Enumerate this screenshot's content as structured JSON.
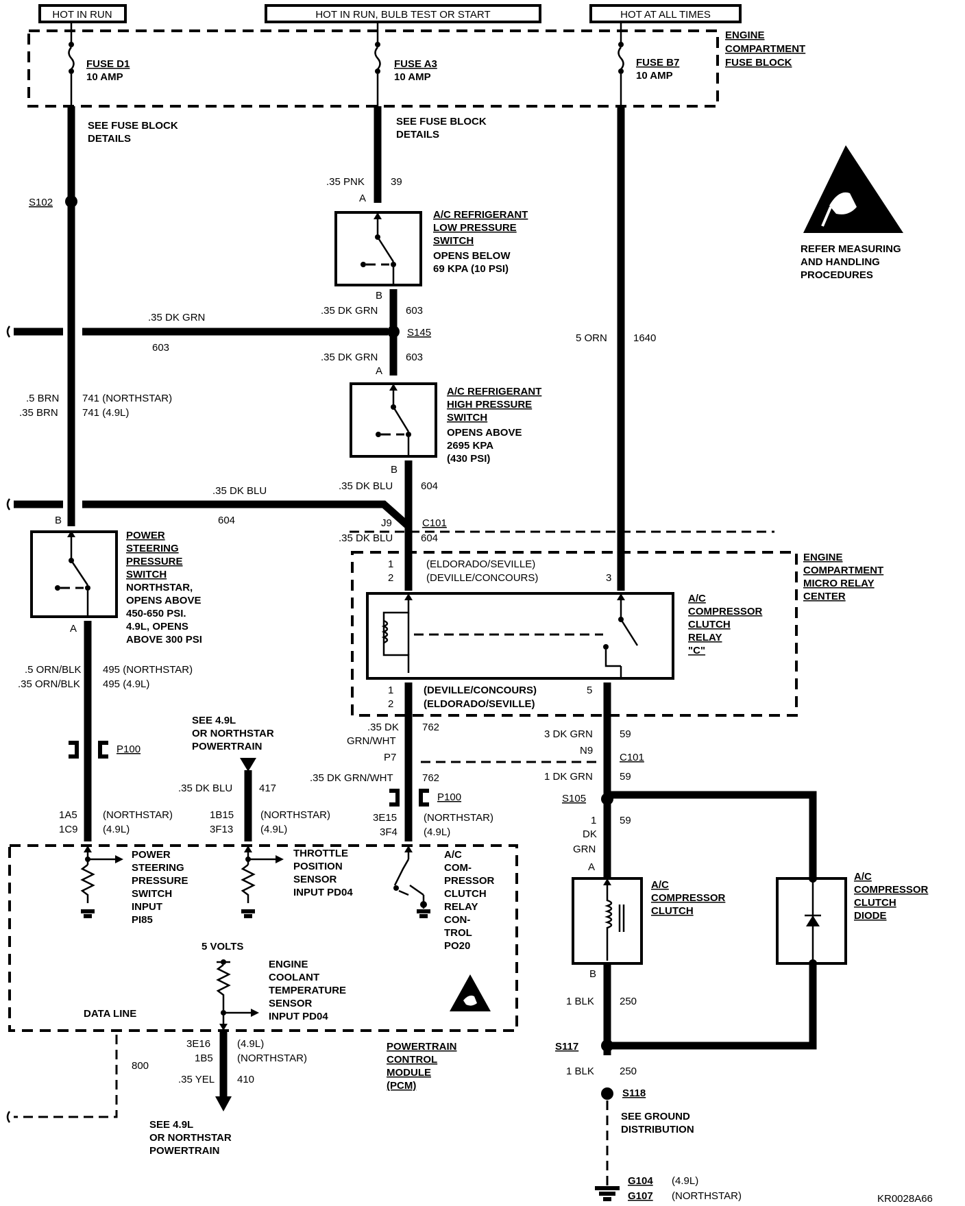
{
  "headers": {
    "hot_in_run": "HOT IN RUN",
    "hot_in_run_bulb": "HOT IN RUN,  BULB TEST OR START",
    "hot_at_all_times": "HOT AT ALL TIMES"
  },
  "fuse_block": [
    "ENGINE",
    "COMPARTMENT",
    "FUSE BLOCK"
  ],
  "fuses": {
    "d1": {
      "name": "FUSE D1",
      "rating": "10 AMP"
    },
    "a3": {
      "name": "FUSE A3",
      "rating": "10 AMP"
    },
    "b7": {
      "name": "FUSE B7",
      "rating": "10 AMP"
    }
  },
  "see_fuse_block": [
    "SEE FUSE BLOCK",
    "DETAILS"
  ],
  "esd_note": [
    "REFER MEASURING",
    "AND HANDLING",
    "PROCEDURES"
  ],
  "splices": {
    "s102": "S102",
    "s145": "S145",
    "c101": "C101",
    "s105": "S105",
    "s117": "S117",
    "s118": "S118",
    "p100": "P100"
  },
  "wires": {
    "pnk_gauge": ".35 PNK",
    "pnk_num": "39",
    "dkgrn_gauge": ".35 DK GRN",
    "dkgrn_num": "603",
    "orn_gauge": "5 ORN",
    "orn_num": "1640",
    "brn_a": ".5 BRN",
    "brn_a_num": "741 (NORTHSTAR)",
    "brn_b": ".35 BRN",
    "brn_b_num": "741  (4.9L)",
    "dkblu_gauge": ".35 DK BLU",
    "dkblu_num": "604",
    "ornblk_a": ".5 ORN/BLK",
    "ornblk_a_num": "495  (NORTHSTAR)",
    "ornblk_b": ".35 ORN/BLK",
    "ornblk_b_num": "495  (4.9L)",
    "tps_gauge": ".35 DK BLU",
    "tps_num": "417",
    "grnwht_a": ".35 DK",
    "grnwht_b": "GRN/WHT",
    "grnwht_num": "762",
    "grnwht_full": ".35 DK GRN/WHT",
    "dkgrn3": "3 DK GRN",
    "dkgrn3_num": "59",
    "dkgrn1": "1 DK GRN",
    "dkgrn1_num": "59",
    "dkgrn_v1": "1",
    "dkgrn_v2": "DK",
    "dkgrn_v3": "GRN",
    "blk1": "1 BLK",
    "blk1_num": "250",
    "yel_gauge": ".35 YEL",
    "yel_num": "410",
    "data_num": "800"
  },
  "pins": {
    "a": "A",
    "b": "B",
    "j9": "J9",
    "p7": "P7",
    "n9": "N9",
    "p1": "1",
    "p2": "2",
    "p3": "3",
    "p5": "5",
    "c1a5": "1A5",
    "c1c9": "1C9",
    "c1b15": "1B15",
    "c3f13": "3F13",
    "c3e15": "3E15",
    "c3f4": "3F4",
    "c3e16": "3E16",
    "c1b5": "1B5",
    "northstar": "(NORTHSTAR)",
    "l49": "(4.9L)",
    "eld_sev": "(ELDORADO/SEVILLE)",
    "dev_con": "(DEVILLE/CONCOURS)"
  },
  "components": {
    "low_switch": [
      "A/C REFRIGERANT",
      "LOW  PRESSURE",
      "SWITCH"
    ],
    "low_note": [
      "OPENS BELOW",
      "69 KPA (10 PSI)"
    ],
    "high_switch": [
      "A/C REFRIGERANT",
      "HIGH PRESSURE",
      "SWITCH"
    ],
    "high_note": [
      "OPENS ABOVE",
      "2695 KPA",
      "(430 PSI)"
    ],
    "ps_switch": [
      "POWER",
      "STEERING",
      "PRESSURE",
      "SWITCH"
    ],
    "ps_note": [
      "NORTHSTAR,",
      "OPENS ABOVE",
      "450-650 PSI.",
      "4.9L, OPENS",
      "ABOVE 300 PSI"
    ],
    "relay_center": [
      "ENGINE",
      "COMPARTMENT",
      "MICRO RELAY",
      "CENTER"
    ],
    "relay": [
      "A/C",
      "COMPRESSOR",
      "CLUTCH",
      "RELAY",
      "\"C\""
    ],
    "clutch": [
      "A/C",
      "COMPRESSOR",
      "CLUTCH"
    ],
    "diode": [
      "A/C",
      "COMPRESSOR",
      "CLUTCH",
      "DIODE"
    ],
    "see_tps": [
      "SEE 4.9L",
      "OR NORTHSTAR",
      "POWERTRAIN"
    ],
    "pcm_ps": [
      "POWER",
      "STEERING",
      "PRESSURE",
      "SWITCH",
      "INPUT",
      "PI85"
    ],
    "pcm_tps": [
      "THROTTLE",
      "POSITION",
      "SENSOR",
      "INPUT PD04"
    ],
    "pcm_relay": [
      "A/C",
      "COM-",
      "PRESSOR",
      "CLUTCH",
      "RELAY",
      "CON-",
      "TROL",
      "PO20"
    ],
    "five_volts": "5 VOLTS",
    "ect": [
      "ENGINE",
      "COOLANT",
      "TEMPERATURE",
      "SENSOR",
      "INPUT PD04"
    ],
    "data_line": "DATA LINE",
    "pcm": [
      "POWERTRAIN",
      "CONTROL",
      "MODULE",
      "(PCM)"
    ],
    "see_bottom": [
      "SEE 4.9L",
      "OR NORTHSTAR",
      "POWERTRAIN"
    ],
    "ground_dist": [
      "SEE GROUND",
      "DISTRIBUTION"
    ],
    "g104": "G104",
    "g107": "G107"
  },
  "figure_id": "KR0028A66"
}
